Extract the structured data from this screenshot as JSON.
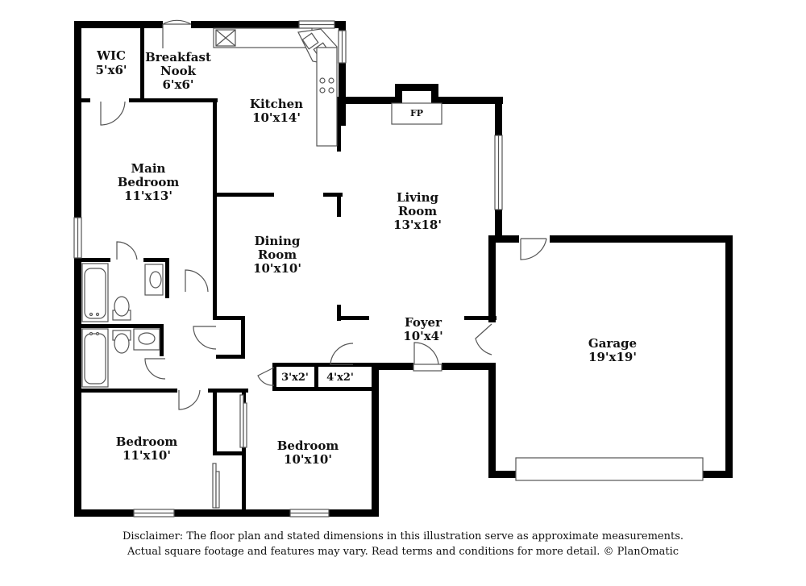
{
  "rooms": {
    "wic": {
      "name": "WIC",
      "size": "5'x6'"
    },
    "breakfast": {
      "name_line1": "Breakfast",
      "name_line2": "Nook",
      "size": "6'x6'"
    },
    "kitchen": {
      "name": "Kitchen",
      "size": "10'x14'"
    },
    "main_bedroom": {
      "name_line1": "Main",
      "name_line2": "Bedroom",
      "size": "11'x13'"
    },
    "living": {
      "name_line1": "Living",
      "name_line2": "Room",
      "size": "13'x18'"
    },
    "dining": {
      "name_line1": "Dining",
      "name_line2": "Room",
      "size": "10'x10'"
    },
    "foyer": {
      "name": "Foyer",
      "size": "10'x4'"
    },
    "garage": {
      "name": "Garage",
      "size": "19'x19'"
    },
    "closet_a": {
      "size": "3'x2'"
    },
    "closet_b": {
      "size": "4'x2'"
    },
    "bedroom_left": {
      "name": "Bedroom",
      "size": "11'x10'"
    },
    "bedroom_right": {
      "name": "Bedroom",
      "size": "10'x10'"
    },
    "fireplace": {
      "label": "FP"
    }
  },
  "disclaimer": {
    "line1": "Disclaimer: The floor plan and stated dimensions in this illustration serve as approximate measurements.",
    "line2": "Actual square footage and features may vary. Read terms and conditions for more detail. © PlanOmatic"
  }
}
